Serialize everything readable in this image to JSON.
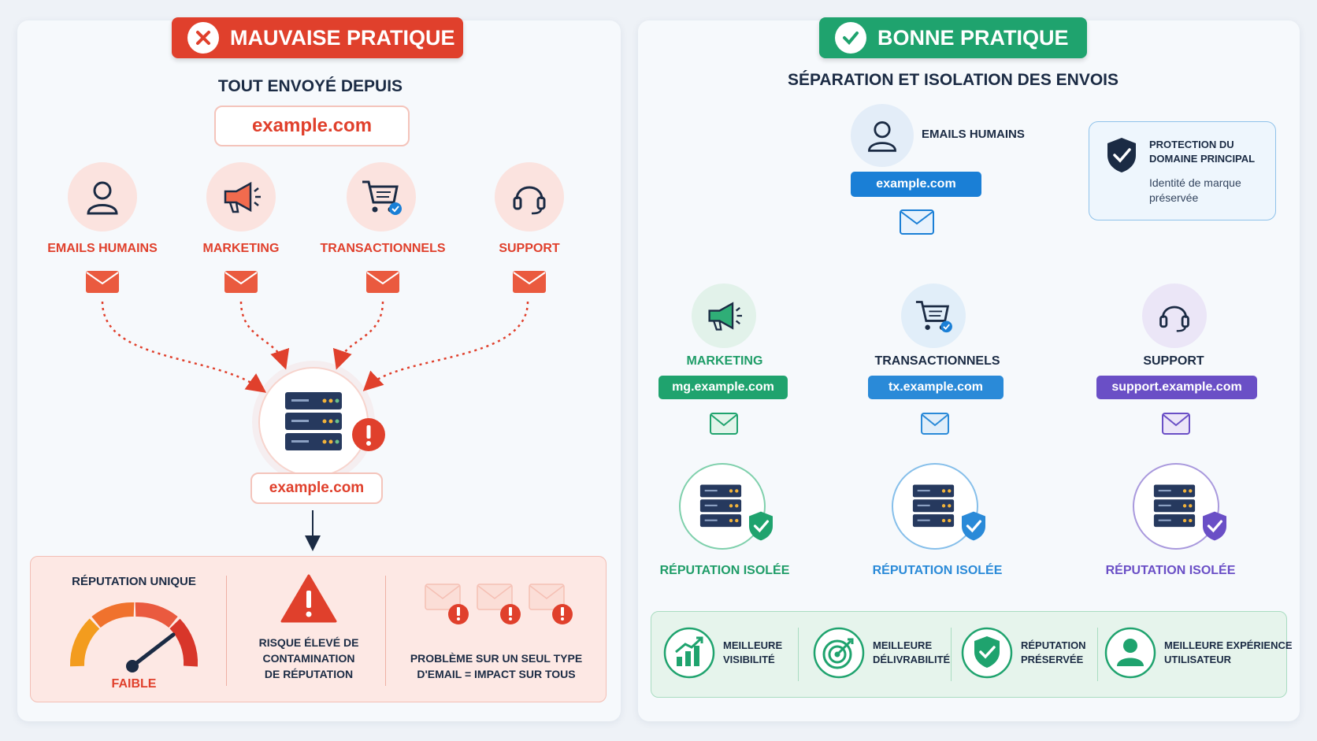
{
  "left": {
    "badge": "MAUVAISE PRATIQUE",
    "heading": "TOUT ENVOYÉ DEPUIS",
    "domain": "example.com",
    "categories": [
      "EMAILS HUMAINS",
      "MARKETING",
      "TRANSACTIONNELS",
      "SUPPORT"
    ],
    "server_domain": "example.com",
    "bottom": {
      "reputation_title": "RÉPUTATION UNIQUE",
      "gauge_label": "FAIBLE",
      "risk": [
        "RISQUE ÉLEVÉ DE",
        "CONTAMINATION",
        "DE RÉPUTATION"
      ],
      "problem": [
        "PROBLÈME SUR UN SEUL TYPE",
        "D'EMAIL = IMPACT SUR TOUS"
      ]
    }
  },
  "right": {
    "badge": "BONNE PRATIQUE",
    "heading": "SÉPARATION ET ISOLATION DES ENVOIS",
    "human": {
      "label": "EMAILS HUMAINS",
      "domain": "example.com"
    },
    "protection": {
      "title": [
        "PROTECTION DU",
        "DOMAINE PRINCIPAL"
      ],
      "desc": [
        "Identité de marque",
        "préservée"
      ]
    },
    "streams": [
      {
        "label": "MARKETING",
        "domain": "mg.example.com",
        "status": "RÉPUTATION ISOLÉE",
        "color": "#1f9d68"
      },
      {
        "label": "TRANSACTIONNELS",
        "domain": "tx.example.com",
        "status": "RÉPUTATION ISOLÉE",
        "color": "#2a8ad8"
      },
      {
        "label": "SUPPORT",
        "domain": "support.example.com",
        "status": "RÉPUTATION ISOLÉE",
        "color": "#6a4fc6"
      }
    ],
    "benefits": [
      [
        "MEILLEURE",
        "VISIBILITÉ"
      ],
      [
        "MEILLEURE",
        "DÉLIVRABILITÉ"
      ],
      [
        "RÉPUTATION",
        "PRÉSERVÉE"
      ],
      [
        "MEILLEURE EXPÉRIENCE",
        "UTILISATEUR"
      ]
    ]
  },
  "colors": {
    "bad": "#e0402c",
    "good": "#1fa36e",
    "blue": "#1a7fd6",
    "purple": "#6a4fc6",
    "navy": "#1b2b44"
  },
  "icons": [
    "close-icon",
    "check-icon",
    "user-icon",
    "megaphone-icon",
    "cart-icon",
    "headset-icon",
    "envelope-icon",
    "server-icon",
    "shield-icon",
    "warning-icon",
    "gauge-icon",
    "chart-growth-icon",
    "target-icon",
    "user-badge-icon"
  ]
}
